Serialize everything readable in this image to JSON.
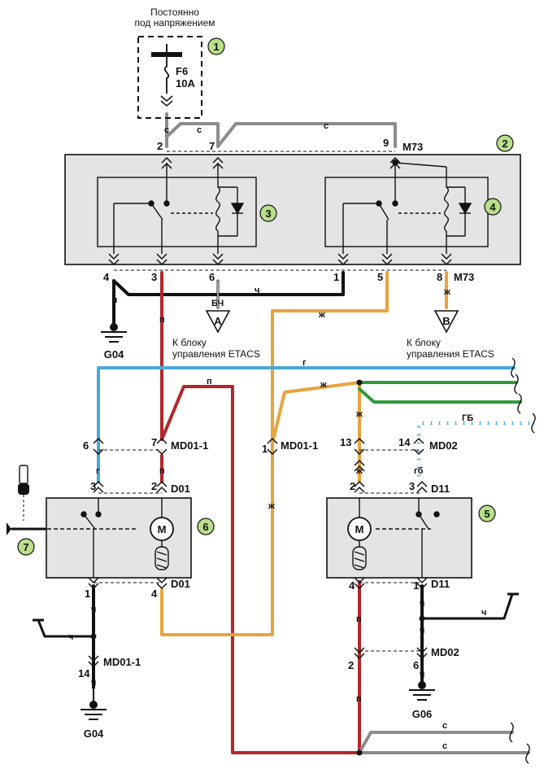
{
  "labels": {
    "always_on_line1": "Постоянно",
    "always_on_line2": "под напряжением",
    "fuse_name": "F6",
    "fuse_rating": "10A",
    "to_etacs_1_line1": "К блоку",
    "to_etacs_1_line2": "управления ETACS",
    "to_etacs_2_line1": "К блоку",
    "to_etacs_2_line2": "управления ETACS"
  },
  "callouts": [
    "1",
    "2",
    "3",
    "4",
    "5",
    "6",
    "7"
  ],
  "connectors": {
    "m73": "M73",
    "md01_1": "MD01-1",
    "md02": "MD02",
    "d01": "D01",
    "d11": "D11"
  },
  "grounds": {
    "g04": "G04",
    "g06": "G06"
  },
  "terminals": {
    "a": "A",
    "b": "B"
  },
  "motor": "M",
  "pins": {
    "p2": "2",
    "p7": "7",
    "p9": "9",
    "p4": "4",
    "p3": "3",
    "p6": "6",
    "p1": "1",
    "p5": "5",
    "p8": "8",
    "p13": "13",
    "p14": "14"
  },
  "wire_codes": {
    "s": "с",
    "ch": "ч",
    "p": "п",
    "zh": "ж",
    "g": "г",
    "gb": "ГБ",
    "gb_lower": "гб",
    "bch": "БЧ"
  },
  "colors": {
    "gray": "#8c8c8c",
    "black": "#111111",
    "red": "#b3262b",
    "orange": "#e8a33d",
    "blue": "#4aa8d8",
    "green": "#2e9a3a",
    "callout": "#b9df8a"
  }
}
